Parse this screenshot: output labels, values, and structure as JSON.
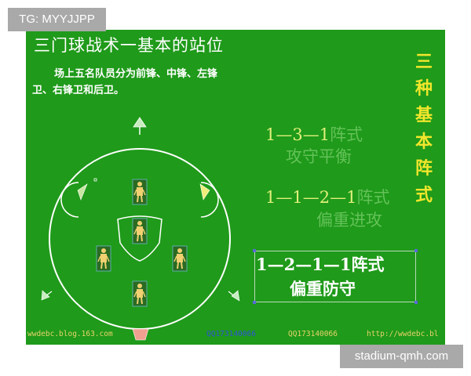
{
  "tag": "TG: MYYJJPP",
  "watermark": "stadium-qmh.com",
  "slide": {
    "title": "三门球战术一基本的站位",
    "intro": "场上五名队员分为前锋、中锋、左锋卫、右锋卫和后卫。",
    "vertical_title": "三种基本阵式",
    "formations": [
      {
        "numbers": "1—3—1",
        "name": "阵式",
        "desc": "攻守平衡"
      },
      {
        "numbers": "1—1—2—1",
        "name": "阵式",
        "desc": "偏重进攻"
      },
      {
        "numbers": "1—2—1—1",
        "name": "阵式",
        "desc": "偏重防守"
      }
    ],
    "footer": {
      "blog": "wwdebc.blog.163.com",
      "qq1": "QQ173140066",
      "qq2": "QQ173140066",
      "url": "http://wwdebc.bl"
    }
  },
  "colors": {
    "background": "#1f9a1a",
    "title": "#ffffff",
    "vertical_title": "#f2e62c",
    "formation_highlight": "#dff07a",
    "formation_muted": "#63c258",
    "gate_left": "#c7e6a0",
    "gate_right": "#f0ee7a",
    "gate_bottom": "#f0a090",
    "arrow_top": "#c8ecc0",
    "footer_text": "#e7d36a",
    "footer_qq": "#2f52d8"
  },
  "icons": [
    "player-icon",
    "arrow-up-icon",
    "corner-arrow-icon",
    "gate-icon"
  ]
}
